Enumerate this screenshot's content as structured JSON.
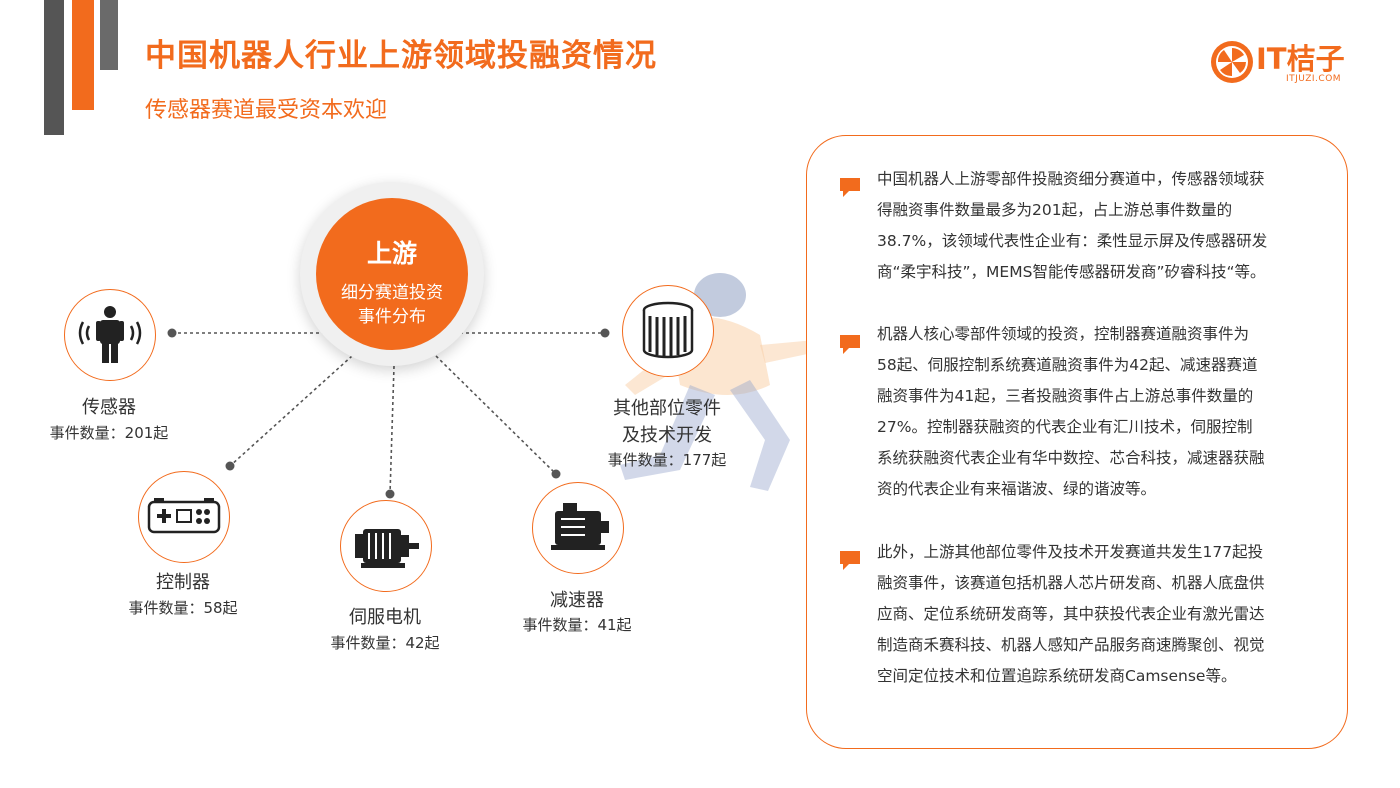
{
  "page": {
    "title": "中国机器人行业上游领域投融资情况",
    "subtitle": "传感器赛道最受资本欢迎"
  },
  "logo": {
    "text": "IT桔子",
    "sub": "ITJUZI.COM"
  },
  "hub": {
    "title": "上游",
    "line1": "细分赛道投资",
    "line2": "事件分布"
  },
  "nodes": [
    {
      "key": "sensor",
      "label": "传感器",
      "count": "事件数量：201起",
      "icon": "human-signal-icon"
    },
    {
      "key": "controller",
      "label": "控制器",
      "count": "事件数量：58起",
      "icon": "controller-board-icon"
    },
    {
      "key": "servo",
      "label": "伺服电机",
      "count": "事件数量：42起",
      "icon": "motor-icon"
    },
    {
      "key": "reducer",
      "label": "减速器",
      "count": "事件数量：41起",
      "icon": "gear-reducer-icon"
    },
    {
      "key": "other",
      "label_line1": "其他部位零件",
      "label_line2": "及技术开发",
      "count": "事件数量：177起",
      "icon": "filter-cartridge-icon"
    }
  ],
  "paragraphs": [
    {
      "lines": [
        "中国机器人上游零部件投融资细分赛道中，传感器领域获",
        "得融资事件数量最多为201起，占上游总事件数量的",
        "38.7%，该领域代表性企业有：柔性显示屏及传感器研发",
        "商“柔宇科技”，MEMS智能传感器研发商”矽睿科技“等。"
      ]
    },
    {
      "lines": [
        "机器人核心零部件领域的投资，控制器赛道融资事件为",
        "58起、伺服控制系统赛道融资事件为42起、减速器赛道",
        "融资事件为41起，三者投融资事件占上游总事件数量的",
        "27%。控制器获融资的代表企业有汇川技术，伺服控制",
        "系统获融资代表企业有华中数控、芯合科技，减速器获融",
        "资的代表企业有来福谐波、绿的谐波等。"
      ]
    },
    {
      "lines": [
        "此外，上游其他部位零件及技术开发赛道共发生177起投",
        "融资事件，该赛道包括机器人芯片研发商、机器人底盘供",
        "应商、定位系统研发商等，其中获投代表企业有激光雷达",
        "制造商禾赛科技、机器人感知产品服务商速腾聚创、视觉",
        "空间定位技术和位置追踪系统研发商Camsense等。"
      ]
    }
  ],
  "colors": {
    "accent": "#f26b1d",
    "dark_bar": "#555555",
    "text": "#333333"
  }
}
